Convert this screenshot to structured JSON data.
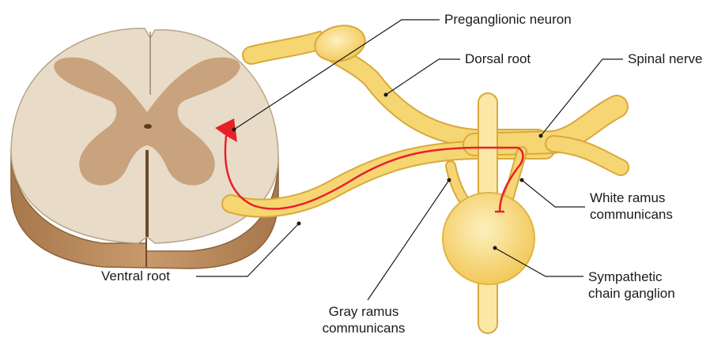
{
  "labels": {
    "preganglionic": "Preganglionic neuron",
    "dorsal_root": "Dorsal root",
    "spinal_nerve": "Spinal nerve",
    "white_ramus": [
      "White ramus",
      "communicans"
    ],
    "sympathetic_ganglion": [
      "Sympathetic",
      "chain ganglion"
    ],
    "gray_ramus": [
      "Gray ramus",
      "communicans"
    ],
    "ventral_root": "Ventral root"
  },
  "colors": {
    "white_matter": "#e8dcc8",
    "gray_matter": "#c9a27e",
    "cord_side": "#b88a5e",
    "nerve": "#f5d36a",
    "nerve_light": "#fbe7a6",
    "nerve_edge": "#d9a93c",
    "neuron": "#e8202a",
    "leader": "#1a1a1a"
  }
}
